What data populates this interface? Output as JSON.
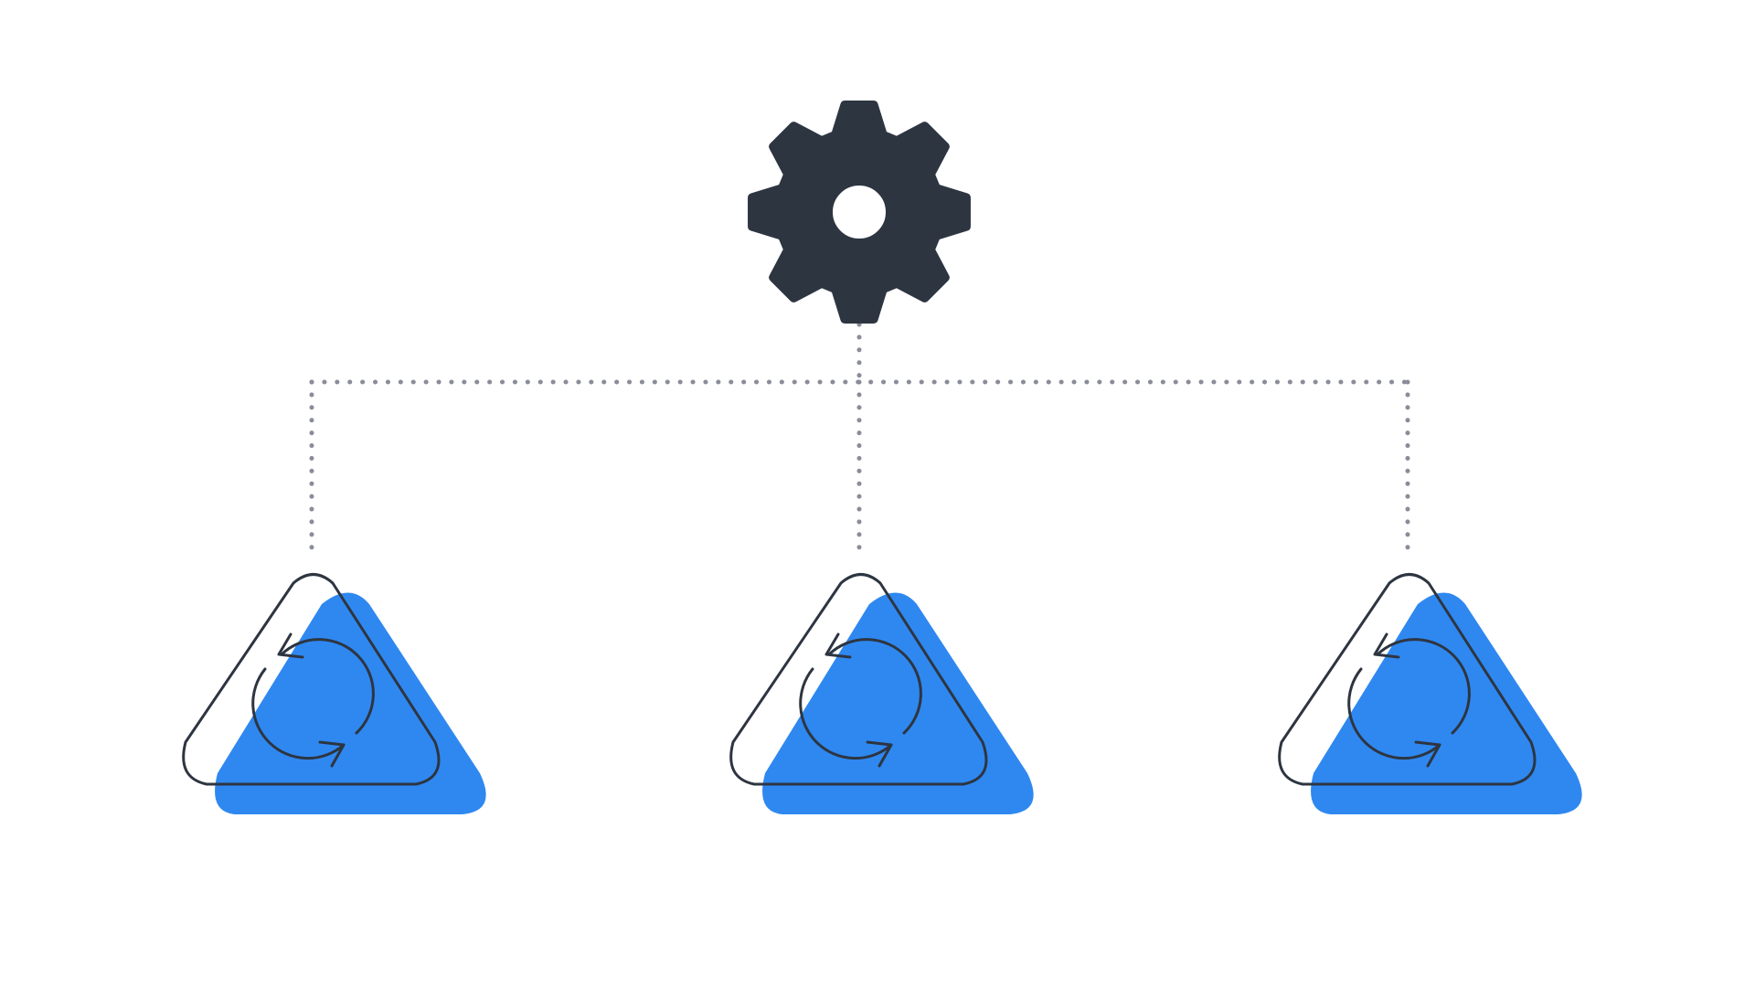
{
  "colors": {
    "background": "#ffffff",
    "gear": "#2d3541",
    "connector": "#8a8d99",
    "triangle_fill": "#2f88f0",
    "outline": "#2d3541"
  },
  "hub": {
    "icon": "gear-icon"
  },
  "connector": {
    "style": "dotted"
  },
  "nodes": [
    {
      "icon": "refresh-cycle-icon",
      "shape": "rounded-triangle"
    },
    {
      "icon": "refresh-cycle-icon",
      "shape": "rounded-triangle"
    },
    {
      "icon": "refresh-cycle-icon",
      "shape": "rounded-triangle"
    }
  ]
}
